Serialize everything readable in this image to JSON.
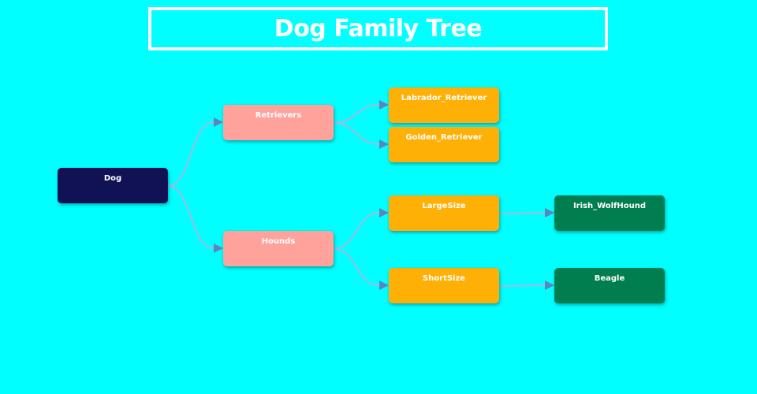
{
  "title": "Dog Family Tree",
  "colors": {
    "background": "#00ffff",
    "root": "#111155",
    "level1": "#ffa29c",
    "level2": "#ffb007",
    "level3": "#007e4f",
    "edge": "#a9b6dd",
    "arrow": "#5b86bd"
  },
  "nodes": {
    "dog": "Dog",
    "retrievers": "Retrievers",
    "hounds": "Hounds",
    "labrador": "Labrador_Retriever",
    "golden": "Golden_Retriever",
    "large": "LargeSize",
    "short": "ShortSize",
    "irish": "Irish_WolfHound",
    "beagle": "Beagle"
  },
  "edges": [
    [
      "dog",
      "retrievers"
    ],
    [
      "dog",
      "hounds"
    ],
    [
      "retrievers",
      "labrador"
    ],
    [
      "retrievers",
      "golden"
    ],
    [
      "hounds",
      "large"
    ],
    [
      "hounds",
      "short"
    ],
    [
      "large",
      "irish"
    ],
    [
      "short",
      "beagle"
    ]
  ]
}
